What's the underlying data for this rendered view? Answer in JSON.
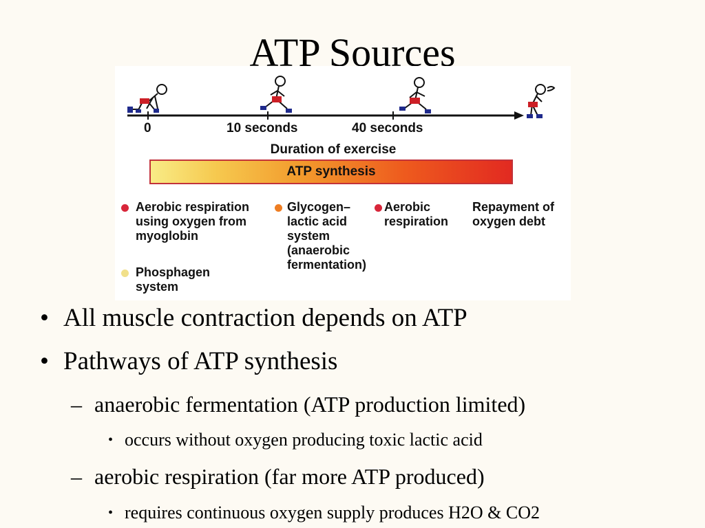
{
  "slide": {
    "title": "ATP Sources"
  },
  "figure": {
    "ticks": [
      "0",
      "10 seconds",
      "40 seconds"
    ],
    "axis_label": "Duration of exercise",
    "bar_label": "ATP synthesis",
    "legend": [
      {
        "lines": [
          "Aerobic respiration",
          "using oxygen from",
          "myoglobin"
        ],
        "dot_color": "#d8263a"
      },
      {
        "lines": [
          "Glycogen–",
          "lactic acid",
          "system",
          "(anaerobic",
          "fermentation)"
        ],
        "dot_color": "#ee7d22"
      },
      {
        "lines": [
          "Aerobic",
          "respiration"
        ],
        "dot_color": "#d8263a"
      },
      {
        "lines": [
          "Repayment of",
          "oxygen debt"
        ],
        "dot_color": ""
      },
      {
        "lines": [
          "Phosphagen",
          "system"
        ],
        "dot_color": "#f1e08a"
      }
    ],
    "colors": {
      "shorts": "#cc1f26",
      "shoes": "#1f2a8c",
      "bar_border": "#c2323a"
    }
  },
  "bullets": [
    {
      "level": 1,
      "marker": "•",
      "text": "All muscle contraction depends on ATP"
    },
    {
      "level": 1,
      "marker": "•",
      "text": "Pathways of ATP synthesis"
    },
    {
      "level": 2,
      "marker": "–",
      "text": "anaerobic fermentation (ATP production limited)"
    },
    {
      "level": 3,
      "marker": "•",
      "text": "occurs without oxygen producing toxic lactic acid"
    },
    {
      "level": 2,
      "marker": "–",
      "text": "aerobic respiration (far more ATP produced)"
    },
    {
      "level": 3,
      "marker": "•",
      "text": "requires continuous oxygen supply produces H2O & CO2"
    }
  ]
}
